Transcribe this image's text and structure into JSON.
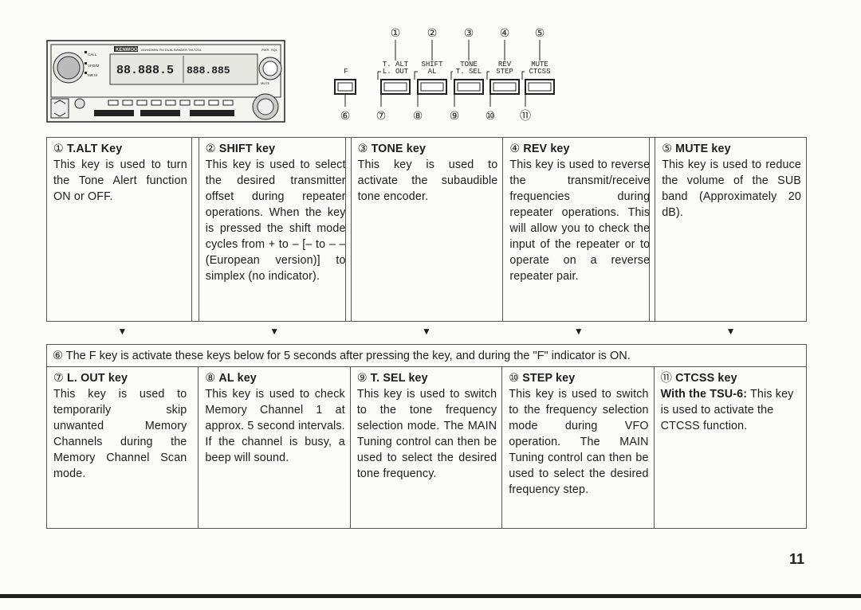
{
  "radio": {
    "brand": "KENWOOD",
    "model_text": "144/440MHz FM DUAL BANDER TM-721A",
    "left_display": "88.888.5",
    "right_display": "888.885",
    "left_labels": [
      "CALL",
      "VFO/M",
      "MR M"
    ],
    "right_labels": [
      "PWR",
      "MUTE",
      "SQL"
    ]
  },
  "key_diagram": {
    "numbers_top": [
      "①",
      "②",
      "③",
      "④",
      "⑤"
    ],
    "f_label": "F",
    "labels_upper": [
      "T. ALT",
      "SHIFT",
      "TONE",
      "REV",
      "MUTE"
    ],
    "labels_lower": [
      "L. OUT",
      "AL",
      "T. SEL",
      "STEP",
      "CTCSS"
    ],
    "numbers_bottom": [
      "⑥",
      "⑦",
      "⑧",
      "⑨",
      "⑩",
      "⑪"
    ]
  },
  "top_keys": [
    {
      "num": "①",
      "title": "T.ALT Key",
      "body": "This key is used to turn the Tone Alert function ON or OFF."
    },
    {
      "num": "②",
      "title": "SHIFT key",
      "body": "This key is used to select the desired transmitter offset during repeater operations. When the key is pressed the shift mode cycles from + to – [– to – – (European version)] to simplex (no indicator)."
    },
    {
      "num": "③",
      "title": "TONE key",
      "body": "This key is used to activate the subaudible tone encoder."
    },
    {
      "num": "④",
      "title": "REV key",
      "body": "This key is used to reverse the transmit/receive frequencies during repeater operations. This will allow you to check the input of the repeater or to operate on a reverse repeater pair."
    },
    {
      "num": "⑤",
      "title": "MUTE key",
      "body": "This key is used to reduce the volume of the SUB band (Approximately 20 dB)."
    }
  ],
  "arrow_symbol": "▼",
  "f_note": "⑥ The F key is activate these keys below for 5 seconds after pressing the key, and during the \"F\" indicator is ON.",
  "bottom_keys": [
    {
      "num": "⑦",
      "title": "L. OUT key",
      "body": "This key is used to temporarily skip unwanted Memory Channels during the Memory Channel Scan mode."
    },
    {
      "num": "⑧",
      "title": "AL key",
      "body": "This key is used to check Memory Channel 1 at approx. 5 second intervals. If the channel is busy, a beep will sound."
    },
    {
      "num": "⑨",
      "title": "T. SEL key",
      "body": "This key is used to switch to the tone frequency selection mode. The MAIN Tuning control can then be used to select the desired tone frequency."
    },
    {
      "num": "⑩",
      "title": "STEP key",
      "body": "This key is used to switch to the frequency selection mode during VFO operation. The MAIN Tuning control can then be used to select the desired frequency step."
    },
    {
      "num": "⑪",
      "title": "CTCSS key",
      "body_bold": "With the TSU-6:",
      "body": " This key is used to activate the CTCSS function."
    }
  ],
  "page_number": "11"
}
